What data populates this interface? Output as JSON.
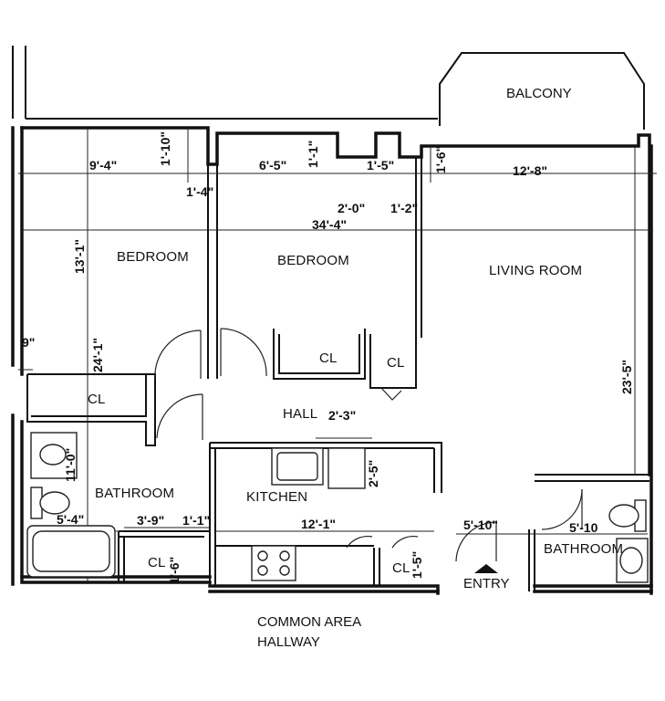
{
  "outside": {
    "balcony": "BALCONY",
    "common_area_line1": "COMMON AREA",
    "common_area_line2": "HALLWAY",
    "entry": "ENTRY"
  },
  "rooms": {
    "bedroom_1": "BEDROOM",
    "bedroom_2": "BEDROOM",
    "living_room": "LIVING ROOM",
    "hall": "HALL",
    "kitchen": "KITCHEN",
    "bathroom_1": "BATHROOM",
    "bathroom_2": "BATHROOM",
    "closet_1": "CL",
    "closet_2": "CL",
    "closet_3": "CL",
    "closet_4": "CL",
    "closet_5": "CL"
  },
  "dimensions": {
    "d1": "9'-4\"",
    "d2": "1'-10\"",
    "d3": "6'-5\"",
    "d4": "1'-1\"",
    "d5": "1'-5\"",
    "d6": "1'-6\"",
    "d7": "12'-8\"",
    "d8": "1'-4\"",
    "d9": "2'-0\"",
    "d10": "1'-2\"",
    "d11": "34'-4\"",
    "d12": "13'-1\"",
    "d13": "9\"",
    "d14": "24'-1\"",
    "d15": "23'-5\"",
    "d16": "2'-3\"",
    "d17": "2'-5\"",
    "d18": "11'-0\"",
    "d19": "5'-4\"",
    "d20": "3'-9\"",
    "d21": "1'-1\"",
    "d22": "12'-1\"",
    "d23": "5'-10\"",
    "d24": "5'-10",
    "d25": "1'-6\"",
    "d26": "1'-5\""
  }
}
